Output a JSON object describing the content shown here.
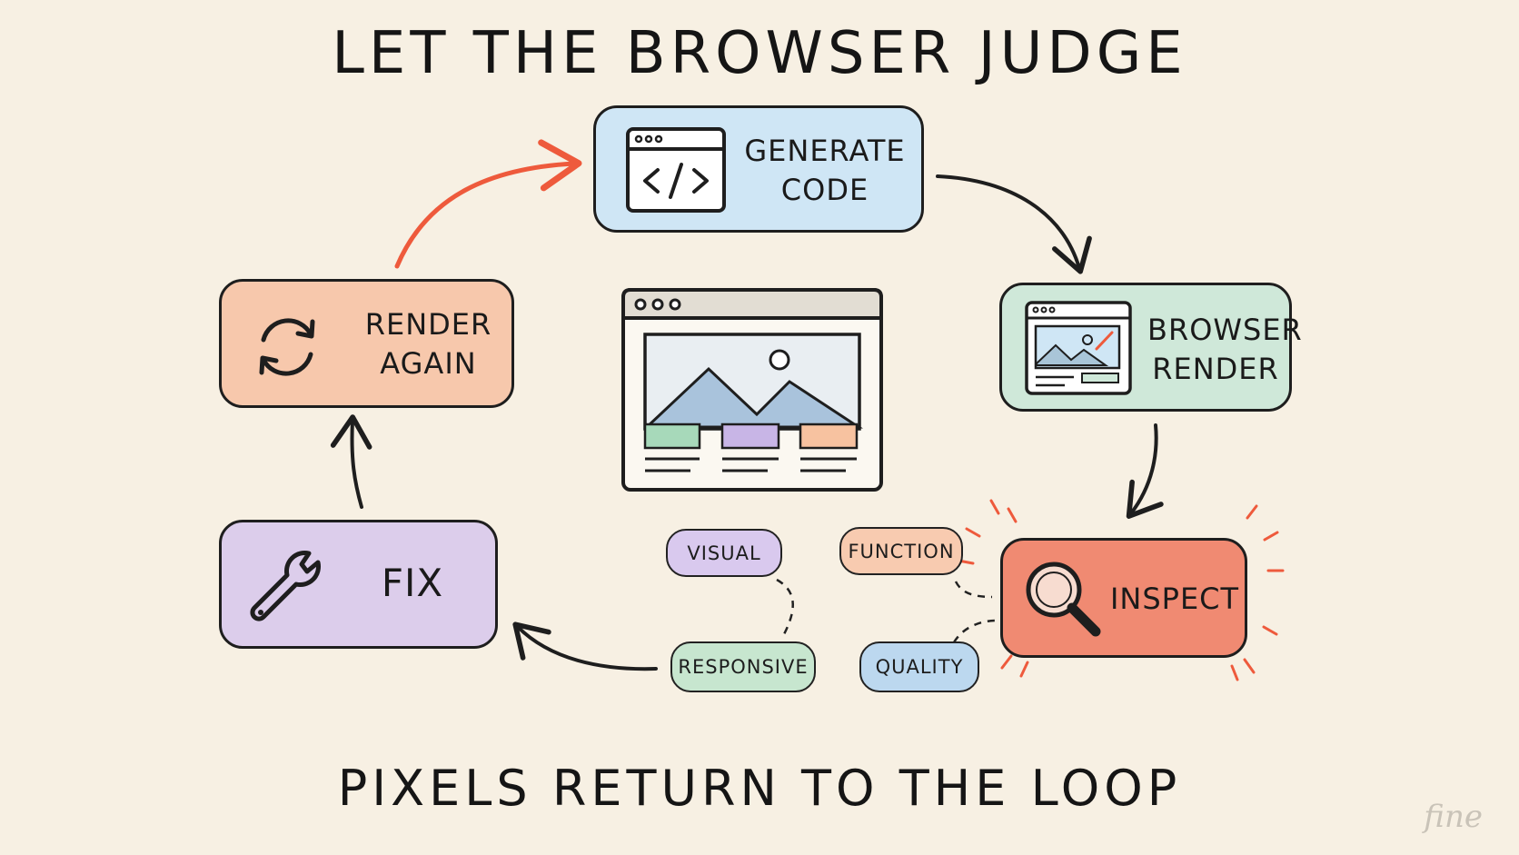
{
  "title": "LET THE BROWSER JUDGE",
  "footer": "PIXELS RETURN TO THE LOOP",
  "watermark": "fine",
  "nodes": {
    "generate": {
      "line1": "GENERATE",
      "line2": "CODE",
      "color": "#cfe6f5"
    },
    "browser_render": {
      "line1": "BROWSER",
      "line2": "RENDER",
      "color": "#cfe8d9"
    },
    "inspect": {
      "line1": "INSPECT",
      "color": "#f08a72"
    },
    "fix": {
      "line1": "FIX",
      "color": "#dccdeb"
    },
    "render_again": {
      "line1": "RENDER",
      "line2": "AGAIN",
      "color": "#f7c8ac"
    }
  },
  "chips": {
    "visual": {
      "label": "VISUAL",
      "color": "#d9c9ee"
    },
    "function": {
      "label": "FUNCTION",
      "color": "#f8cbb0"
    },
    "responsive": {
      "label": "RESPONSIVE",
      "color": "#c7e6cf"
    },
    "quality": {
      "label": "QUALITY",
      "color": "#bcd8ef"
    }
  },
  "colors": {
    "background": "#f7f0e3",
    "ink": "#1e1e1e",
    "accent_arrow": "#ee5a3c"
  },
  "icons": {
    "generate": "code-window-icon",
    "browser_render": "browser-image-icon",
    "inspect": "magnifier-icon",
    "fix": "wrench-icon",
    "render_again": "refresh-icon",
    "center": "browser-mockup-icon"
  }
}
